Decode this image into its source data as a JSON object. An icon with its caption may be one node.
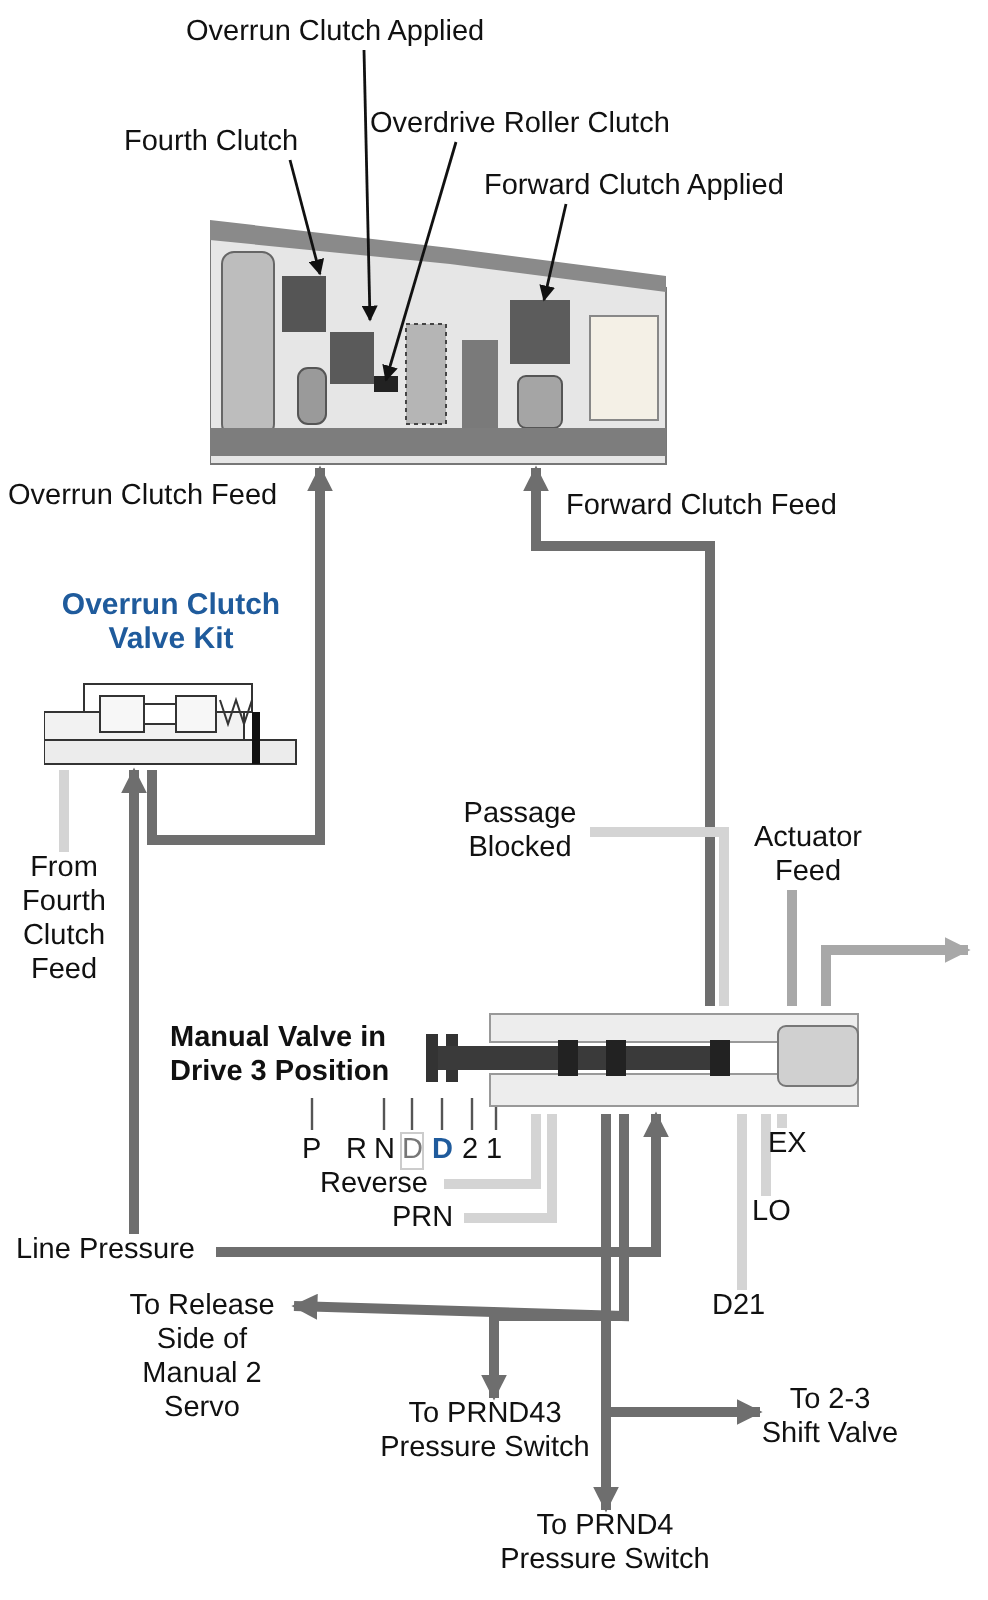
{
  "diagram": {
    "nodes": [
      {
        "text": [],
        "shape": "picture"
      },
      {
        "text": [
          "Overrun Clutch Applied"
        ]
      },
      {
        "text": [
          "Fourth Clutch"
        ]
      },
      {
        "text": [
          "Overdrive Roller Clutch"
        ]
      },
      {
        "text": [
          "Forward Clutch Applied"
        ]
      },
      {
        "text": [
          "Overrun Clutch Valve Kit"
        ]
      },
      {
        "text": [
          "Manual Valve in Drive 3 Position"
        ]
      },
      {
        "text": [
          "Line Pressure"
        ]
      },
      {
        "text": [
          "To Release Side of Manual 2 Servo"
        ]
      },
      {
        "text": [
          "To PRND43 Pressure Switch"
        ]
      },
      {
        "text": [
          "To PRND4 Pressure Switch"
        ]
      },
      {
        "text": [
          "To 2-3 Shift Valve"
        ]
      },
      {
        "text": [
          "From Fourth Clutch Feed"
        ]
      },
      {
        "text": [
          "Passage Blocked"
        ]
      },
      {
        "text": [
          "Actuator Feed"
        ]
      },
      {
        "text": [
          "EX"
        ]
      },
      {
        "text": [
          "LO"
        ]
      },
      {
        "text": [
          "D21"
        ]
      },
      {
        "text": [
          "Reverse"
        ]
      },
      {
        "text": [
          "PRN"
        ]
      }
    ],
    "edges": [
      {
        "from": 1,
        "to": 0,
        "arrow": "to",
        "color": "#111111"
      },
      {
        "from": 2,
        "to": 0,
        "arrow": "to",
        "color": "#111111"
      },
      {
        "from": 3,
        "to": 0,
        "arrow": "to",
        "color": "#111111"
      },
      {
        "from": 4,
        "to": 0,
        "arrow": "to",
        "color": "#111111"
      },
      {
        "from": 5,
        "to": 0,
        "arrow": "to",
        "label": "Overrun Clutch Feed"
      },
      {
        "from": 6,
        "to": 0,
        "arrow": "to",
        "label": "Forward Clutch Feed"
      },
      {
        "from": 7,
        "to": 6,
        "arrow": "to"
      },
      {
        "from": 7,
        "to": 5,
        "arrow": "to"
      },
      {
        "from": 6,
        "to": 8,
        "arrow": "to"
      },
      {
        "from": 6,
        "to": 9,
        "arrow": "to"
      },
      {
        "from": 6,
        "to": 10,
        "arrow": "to"
      },
      {
        "from": 6,
        "to": 11,
        "arrow": "to"
      },
      {
        "from": 12,
        "to": 5,
        "arrow": "none",
        "color": "#d4d4d4"
      },
      {
        "from": 6,
        "to": 13,
        "arrow": "none",
        "color": "#d4d4d4"
      },
      {
        "from": 14,
        "to": 6,
        "arrow": "none",
        "color": "#a8a8a8"
      },
      {
        "from": 6,
        "to": null,
        "arrow": "to",
        "color": "#a8a8a8"
      },
      {
        "from": 6,
        "to": 15,
        "arrow": "none",
        "color": "#d4d4d4"
      },
      {
        "from": 6,
        "to": 16,
        "arrow": "none",
        "color": "#d4d4d4"
      },
      {
        "from": 6,
        "to": 17,
        "arrow": "none",
        "color": "#d4d4d4"
      },
      {
        "from": 6,
        "to": 18,
        "arrow": "none",
        "color": "#d4d4d4"
      },
      {
        "from": 6,
        "to": 19,
        "arrow": "none",
        "color": "#d4d4d4"
      }
    ],
    "labels": [
      "P",
      "R",
      "N",
      "D",
      "D",
      "2",
      "1"
    ]
  }
}
